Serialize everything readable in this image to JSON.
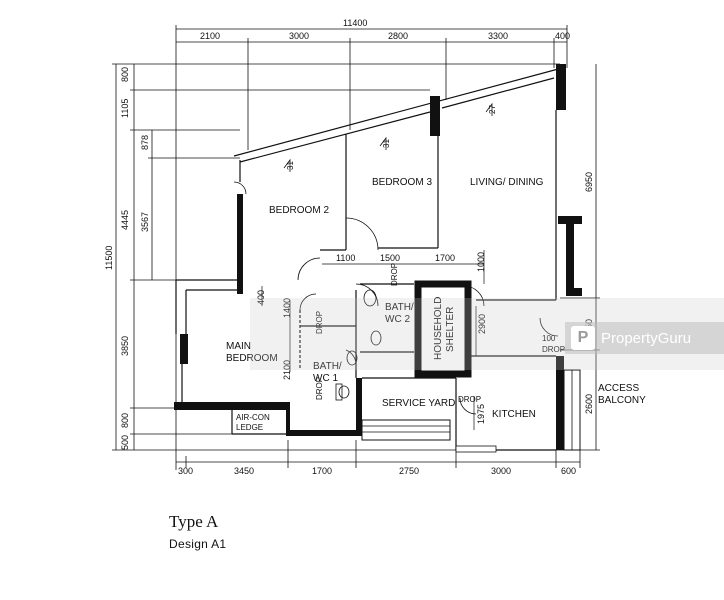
{
  "dimensions": {
    "top_total": "11400",
    "top": [
      "2100",
      "3000",
      "2800",
      "3300",
      "400"
    ],
    "bottom": [
      "300",
      "3450",
      "1700",
      "2750",
      "3000",
      "600"
    ],
    "left_total": "11500",
    "left": [
      "800",
      "1105",
      "4445",
      "3850",
      "800",
      "500"
    ],
    "left_inner": [
      "878",
      "3567"
    ],
    "right": [
      "6950",
      "750",
      "2600"
    ],
    "interior": [
      "1100",
      "1500",
      "1700",
      "1000",
      "400",
      "1400",
      "2100",
      "2900",
      "1975",
      "100"
    ]
  },
  "rooms": {
    "bedroom2": "BEDROOM 2",
    "bedroom3": "BEDROOM 3",
    "living": "LIVING/ DINING",
    "main_bedroom_line1": "MAIN",
    "main_bedroom_line2": "BEDROOM",
    "bath2_line1": "BATH/",
    "bath2_line2": "WC 2",
    "bath1_line1": "BATH/",
    "bath1_line2": "WC 1",
    "shelter_line1": "HOUSEHOLD",
    "shelter_line2": "SHELTER",
    "service_yard": "SERVICE YARD",
    "kitchen": "KITCHEN",
    "aircon_line1": "AIR-CON",
    "aircon_line2": "LEDGE",
    "access_line1": "ACCESS",
    "access_line2": "BALCONY"
  },
  "labels": {
    "drop": "DROP",
    "window_b2": "31",
    "window_b3": "31",
    "window_living": "27"
  },
  "caption": {
    "type": "Type A",
    "design": "Design A1"
  },
  "watermark": {
    "text": "PropertyGuru",
    "icon": "propertyguru-logo-icon"
  }
}
